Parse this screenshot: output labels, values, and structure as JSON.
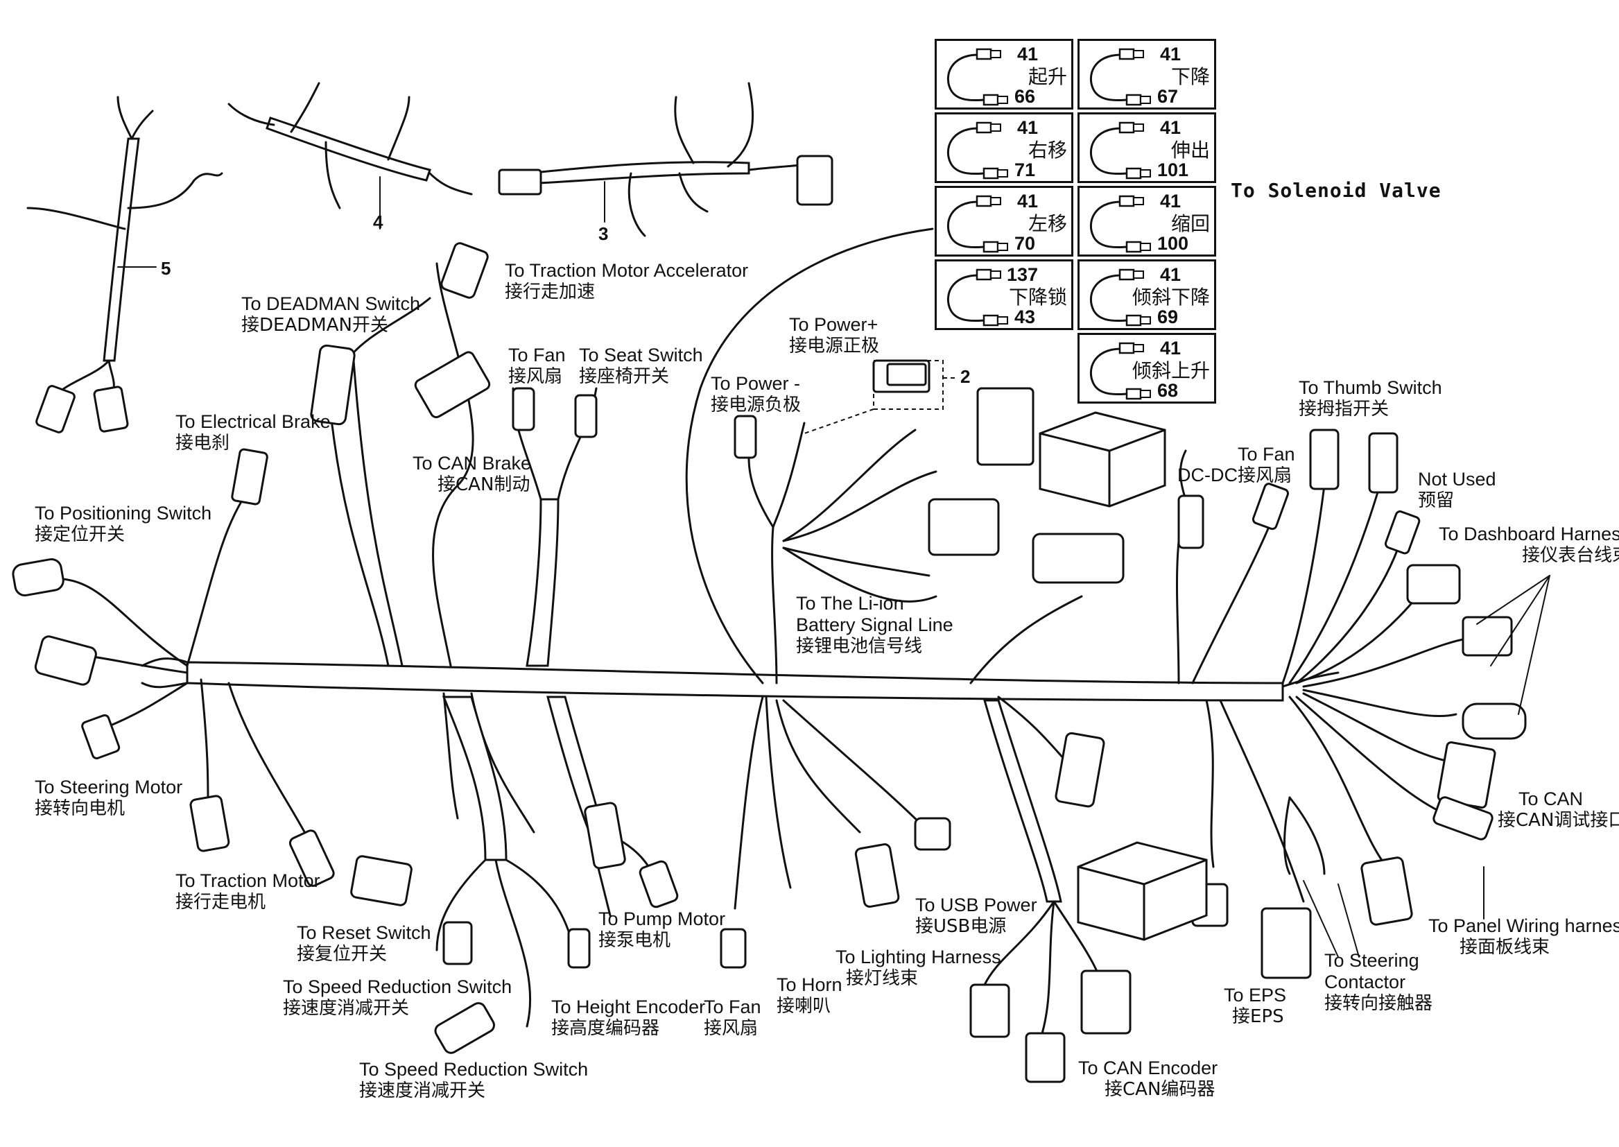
{
  "parts": {
    "p2": "2",
    "p3": "3",
    "p4": "4",
    "p5": "5"
  },
  "labels": {
    "traction_motor_accelerator": {
      "en": "To Traction Motor  Accelerator",
      "cn": "接行走加速"
    },
    "deadman_switch": {
      "en": "To DEADMAN Switch",
      "cn": "接DEADMAN开关"
    },
    "fan_top": {
      "en": "To Fan",
      "cn": "接风扇"
    },
    "seat_switch": {
      "en": "To Seat Switch",
      "cn": "接座椅开关"
    },
    "electrical_brake": {
      "en": "To Electrical Brake",
      "cn": "接电刹"
    },
    "can_brake": {
      "en": "To CAN Brake",
      "cn": "接CAN制动"
    },
    "positioning_switch": {
      "en": "To Positioning Switch",
      "cn": "接定位开关"
    },
    "power_plus": {
      "en": "To Power+",
      "cn": "接电源正极"
    },
    "power_minus": {
      "en": "To Power -",
      "cn": "接电源负极"
    },
    "li_ion": {
      "en1": "To The Li-ion",
      "en2": "Battery Signal Line",
      "cn": "接锂电池信号线"
    },
    "thumb_switch": {
      "en": "To Thumb Switch",
      "cn": "接拇指开关"
    },
    "dcdc": {
      "en": "DC-DC"
    },
    "fan_right": {
      "en": "To Fan",
      "cn": "接风扇"
    },
    "not_used": {
      "en": "Not Used",
      "cn": "预留"
    },
    "dashboard_harness": {
      "en": "To Dashboard Harness",
      "cn": "接仪表台线束"
    },
    "steering_motor": {
      "en": "To Steering Motor",
      "cn": "接转向电机"
    },
    "traction_motor": {
      "en": "To Traction Motor",
      "cn": "接行走电机"
    },
    "reset_switch": {
      "en": "To Reset Switch",
      "cn": "接复位开关"
    },
    "speed_reduction_1": {
      "en": "To Speed Reduction Switch",
      "cn": "接速度消减开关"
    },
    "speed_reduction_2": {
      "en": "To Speed Reduction Switch",
      "cn": "接速度消减开关"
    },
    "pump_motor": {
      "en": "To Pump Motor",
      "cn": "接泵电机"
    },
    "height_encoder": {
      "en": "To Height Encoder",
      "cn": "接高度编码器"
    },
    "fan_bottom": {
      "en": "To Fan",
      "cn": "接风扇"
    },
    "horn": {
      "en": "To Horn",
      "cn": "接喇叭"
    },
    "lighting_harness": {
      "en": "To Lighting Harness",
      "cn": "接灯线束"
    },
    "usb_power": {
      "en": "To USB Power",
      "cn": "接USB电源"
    },
    "can_encoder": {
      "en": "To CAN Encoder",
      "cn": "接CAN编码器"
    },
    "eps": {
      "en": "To EPS",
      "cn": "接EPS"
    },
    "steering_contactor": {
      "en1": "To Steering",
      "en2": "Contactor",
      "cn": "接转向接触器"
    },
    "can_debug": {
      "en": "To CAN",
      "cn": "接CAN调试接口"
    },
    "panel_wiring": {
      "en": "To Panel Wiring harness",
      "cn": "接面板线束"
    }
  },
  "solenoid_valve": {
    "title": "To Solenoid Valve",
    "cells": [
      {
        "a": "41",
        "b": "66",
        "func": "起升"
      },
      {
        "a": "41",
        "b": "67",
        "func": "下降"
      },
      {
        "a": "41",
        "b": "71",
        "func": "右移"
      },
      {
        "a": "41",
        "b": "101",
        "func": "伸出"
      },
      {
        "a": "41",
        "b": "70",
        "func": "左移"
      },
      {
        "a": "41",
        "b": "100",
        "func": "缩回"
      },
      {
        "a": "137",
        "b": "43",
        "func": "下降锁"
      },
      {
        "a": "41",
        "b": "69",
        "func": "倾斜下降"
      },
      {
        "a": "41",
        "b": "68",
        "func": "倾斜上升"
      }
    ]
  }
}
